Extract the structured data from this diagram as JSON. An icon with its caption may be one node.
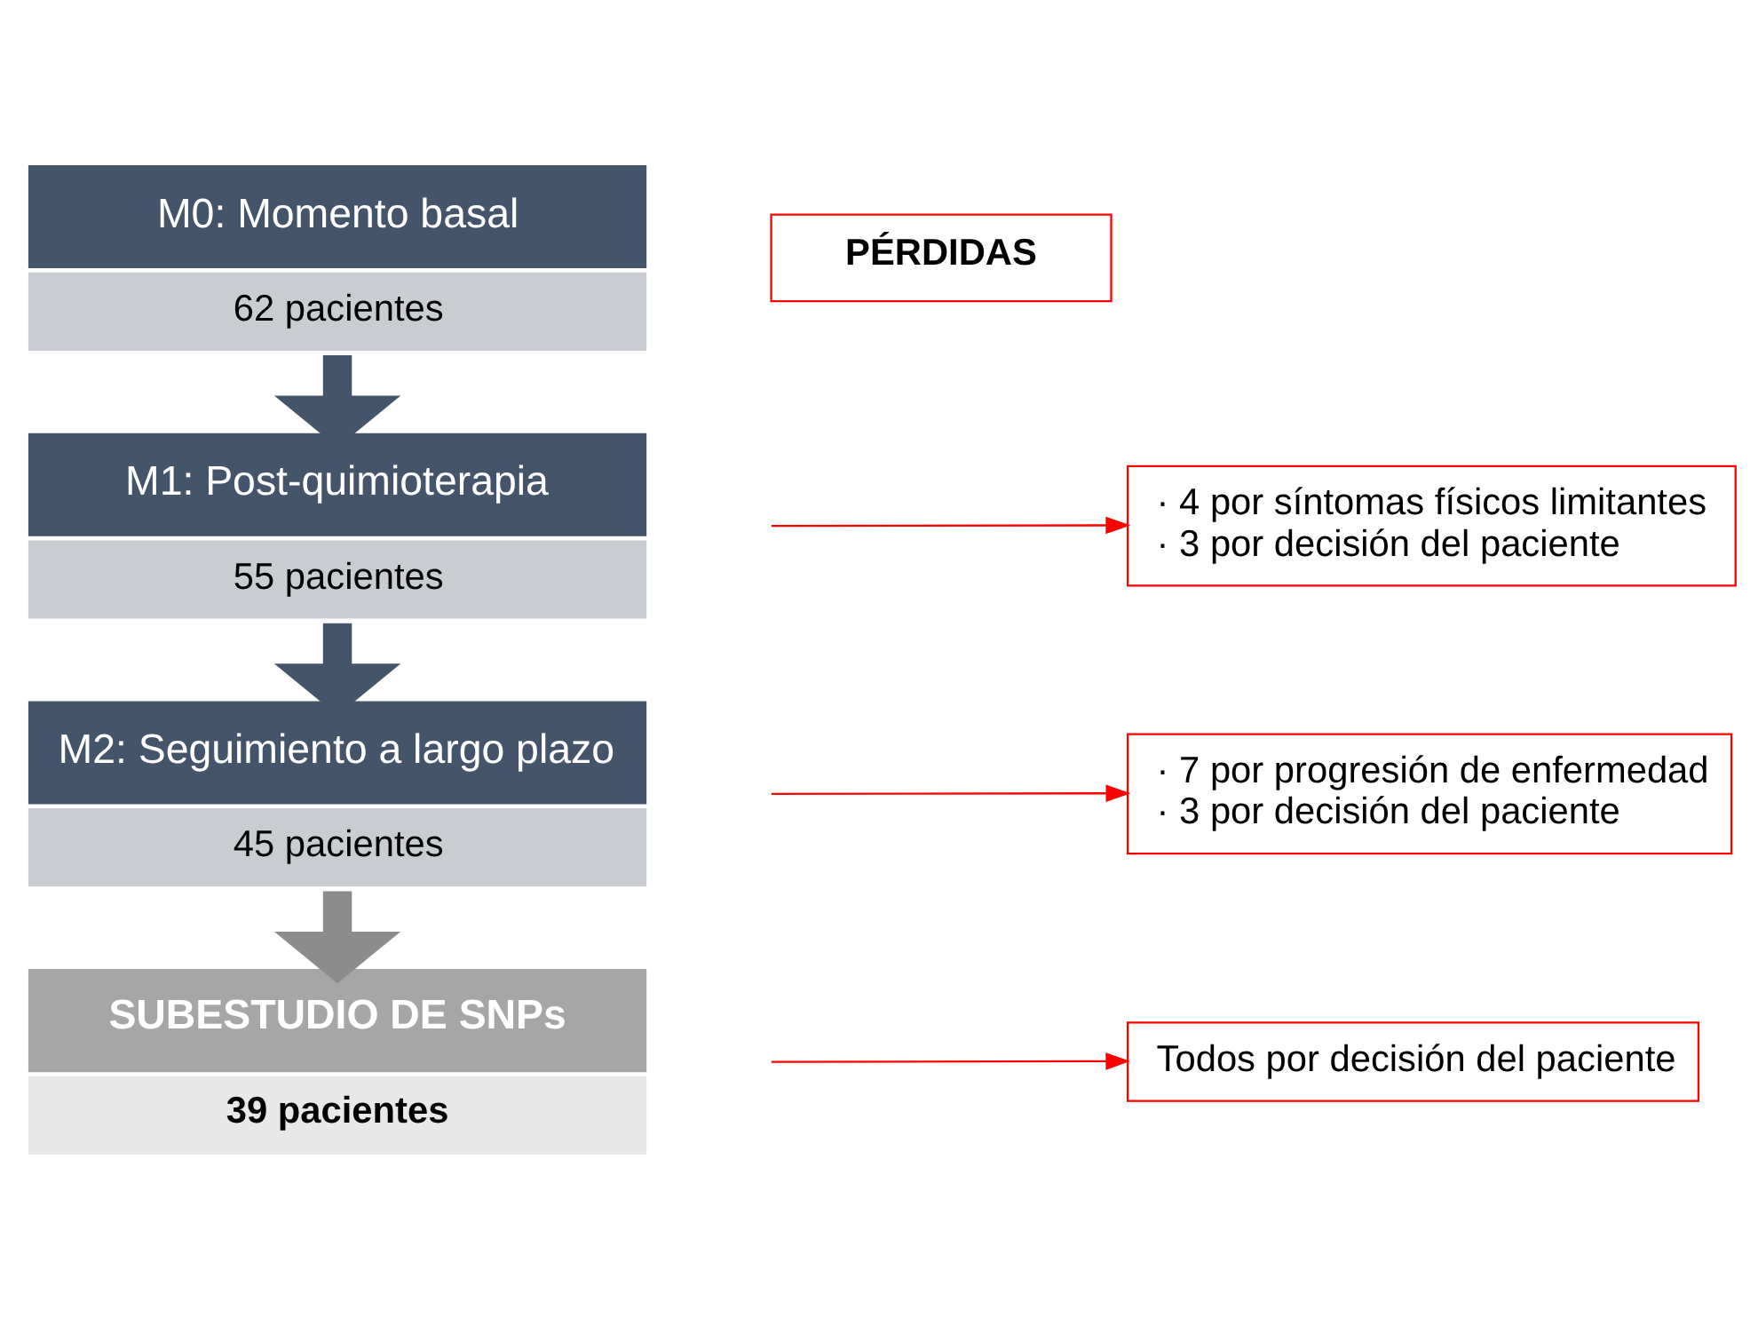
{
  "diagram": {
    "nodes": [
      {
        "text": [
          "M0: Momento basal",
          "62 pacientes"
        ]
      },
      {
        "text": [
          "M1: Post-quimioterapia",
          "55 pacientes"
        ]
      },
      {
        "text": [
          "M2: Seguimiento a largo plazo",
          "45 pacientes"
        ]
      },
      {
        "text": [
          "SUBESTUDIO DE SNPs",
          "39 pacientes"
        ]
      },
      {
        "text": [
          "PÉRDIDAS"
        ]
      },
      {
        "text": [
          "· 4 por síntomas físicos limitantes",
          "· 3 por decisión del paciente"
        ]
      },
      {
        "text": [
          "· 7 por progresión de enfermedad",
          "· 3 por decisión del paciente"
        ]
      },
      {
        "text": [
          "Todos por decisión del paciente"
        ]
      }
    ],
    "edges": [
      {
        "from": 0,
        "to": 1,
        "arrow": "to",
        "style": "thick",
        "color": "#44546a"
      },
      {
        "from": 1,
        "to": 2,
        "arrow": "to",
        "style": "thick",
        "color": "#44546a"
      },
      {
        "from": 2,
        "to": 3,
        "arrow": "to",
        "style": "thick",
        "color": "#8c8c8c"
      },
      {
        "from": null,
        "to": 5,
        "arrow": "to",
        "color": "#ff0000"
      },
      {
        "from": null,
        "to": 6,
        "arrow": "to",
        "color": "#ff0000"
      },
      {
        "from": null,
        "to": 7,
        "arrow": "to",
        "color": "#ff0000"
      }
    ]
  }
}
